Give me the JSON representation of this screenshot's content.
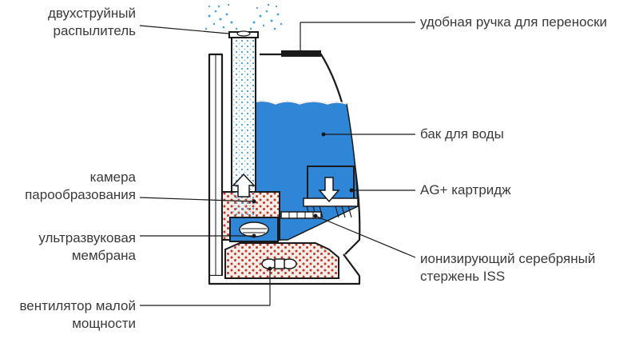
{
  "labels": {
    "sprayer": [
      "двухструйный",
      "распылитель"
    ],
    "handle": "удобная ручка для переноски",
    "tank": "бак для воды",
    "chamber": [
      "камера",
      "парообразования"
    ],
    "cartridge": "AG+ картридж",
    "membrane": [
      "ультразвуковая",
      "мембрана"
    ],
    "rod": [
      "ионизирующий серебряный",
      "стержень ISS"
    ],
    "fan": [
      "вентилятор малой",
      "мощности"
    ]
  },
  "colors": {
    "water": "#2f86d6",
    "water_light": "#a9d2f3",
    "particles": "#c0392b",
    "outline": "#1a1a1a"
  },
  "icons": {
    "flow_arrow": "arrow-up-icon",
    "cartridge_arrow": "arrow-down-icon"
  }
}
